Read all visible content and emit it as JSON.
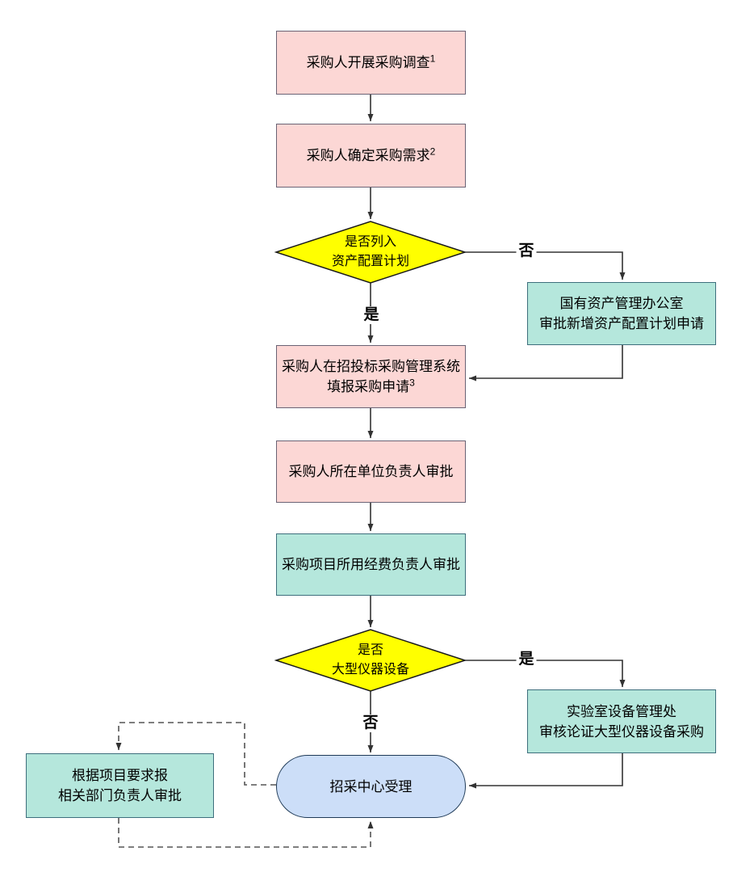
{
  "colors": {
    "background": "#ffffff",
    "process_fill": "#fcd7d5",
    "process_border": "#6a6375",
    "approve_fill": "#b5e7dc",
    "approve_border": "#3e6f7d",
    "decision_fill": "#ffff00",
    "decision_border": "#1a1a1a",
    "terminal_fill": "#ccdef8",
    "terminal_border": "#1f3a57",
    "line": "#333333",
    "dashed_line": "#555555",
    "text": "#000000"
  },
  "nodes": {
    "survey": {
      "lines": [
        "采购人开展采购调查"
      ],
      "sup": "1"
    },
    "demand": {
      "lines": [
        "采购人确定采购需求"
      ],
      "sup": "2"
    },
    "decision_asset": {
      "lines": [
        "是否列入",
        "资产配置计划"
      ]
    },
    "asset_office": {
      "lines": [
        "国有资产管理办公室",
        "审批新增资产配置计划申请"
      ]
    },
    "apply_system": {
      "lines": [
        "采购人在招投标采购管理系统",
        "填报采购申请"
      ],
      "sup": "3"
    },
    "unit_leader": {
      "lines": [
        "采购人所在单位负责人审批"
      ]
    },
    "fund_leader": {
      "lines": [
        "采购项目所用经费负责人审批"
      ]
    },
    "decision_equipment": {
      "lines": [
        "是否",
        "大型仪器设备"
      ]
    },
    "lab_office": {
      "lines": [
        "实验室设备管理处",
        "审核论证大型仪器设备采购"
      ]
    },
    "center": {
      "lines": [
        "招采中心受理"
      ]
    },
    "related_dept": {
      "lines": [
        "根据项目要求报",
        "相关部门负责人审批"
      ]
    }
  },
  "edge_labels": {
    "asset_yes": "是",
    "asset_no": "否",
    "equipment_yes": "是",
    "equipment_no": "否"
  }
}
